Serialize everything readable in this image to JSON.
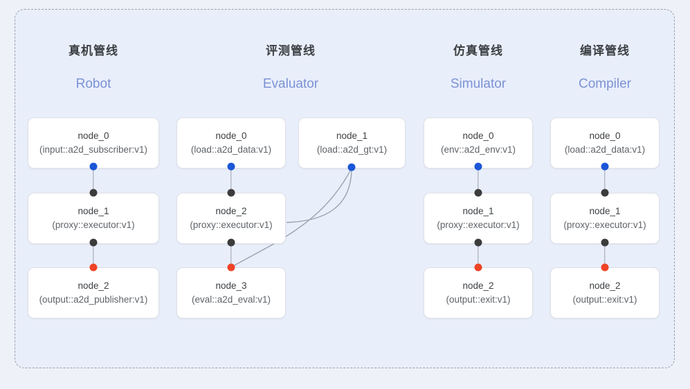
{
  "diagram": {
    "title_visible": false,
    "colors": {
      "page_background": "#eef1f8",
      "panel_background": "#e9eefb",
      "dashed_border": "#9aa0a6",
      "node_background": "#ffffff",
      "node_border": "#dfe1e5",
      "header_cn_text": "#3c4043",
      "header_en_text": "#7b92d4",
      "port_input": "#1a56d6",
      "port_middle": "#3c3c3c",
      "port_output": "#ef4326",
      "edge_line": "#9aa3ae"
    },
    "columns": [
      {
        "id": "robot",
        "header_cn": "真机管线",
        "header_en": "Robot",
        "nodes": [
          {
            "name": "node_0",
            "kind": "(input::a2d_subscriber:v1)"
          },
          {
            "name": "node_1",
            "kind": "(proxy::executor:v1)"
          },
          {
            "name": "node_2",
            "kind": "(output::a2d_publisher:v1)"
          }
        ]
      },
      {
        "id": "evaluator",
        "header_cn": "评测管线",
        "header_en": "Evaluator",
        "nodes": [
          {
            "name": "node_0",
            "kind": "(load::a2d_data:v1)"
          },
          {
            "name": "node_1",
            "kind": "(load::a2d_gt:v1)"
          },
          {
            "name": "node_2",
            "kind": "(proxy::executor:v1)"
          },
          {
            "name": "node_3",
            "kind": "(eval::a2d_eval:v1)"
          }
        ]
      },
      {
        "id": "simulator",
        "header_cn": "仿真管线",
        "header_en": "Simulator",
        "nodes": [
          {
            "name": "node_0",
            "kind": "(env::a2d_env:v1)"
          },
          {
            "name": "node_1",
            "kind": "(proxy::executor:v1)"
          },
          {
            "name": "node_2",
            "kind": "(output::exit:v1)"
          }
        ]
      },
      {
        "id": "compiler",
        "header_cn": "编译管线",
        "header_en": "Compiler",
        "nodes": [
          {
            "name": "node_0",
            "kind": "(load::a2d_data:v1)"
          },
          {
            "name": "node_1",
            "kind": "(proxy::executor:v1)"
          },
          {
            "name": "node_2",
            "kind": "(output::exit:v1)"
          }
        ]
      }
    ]
  }
}
